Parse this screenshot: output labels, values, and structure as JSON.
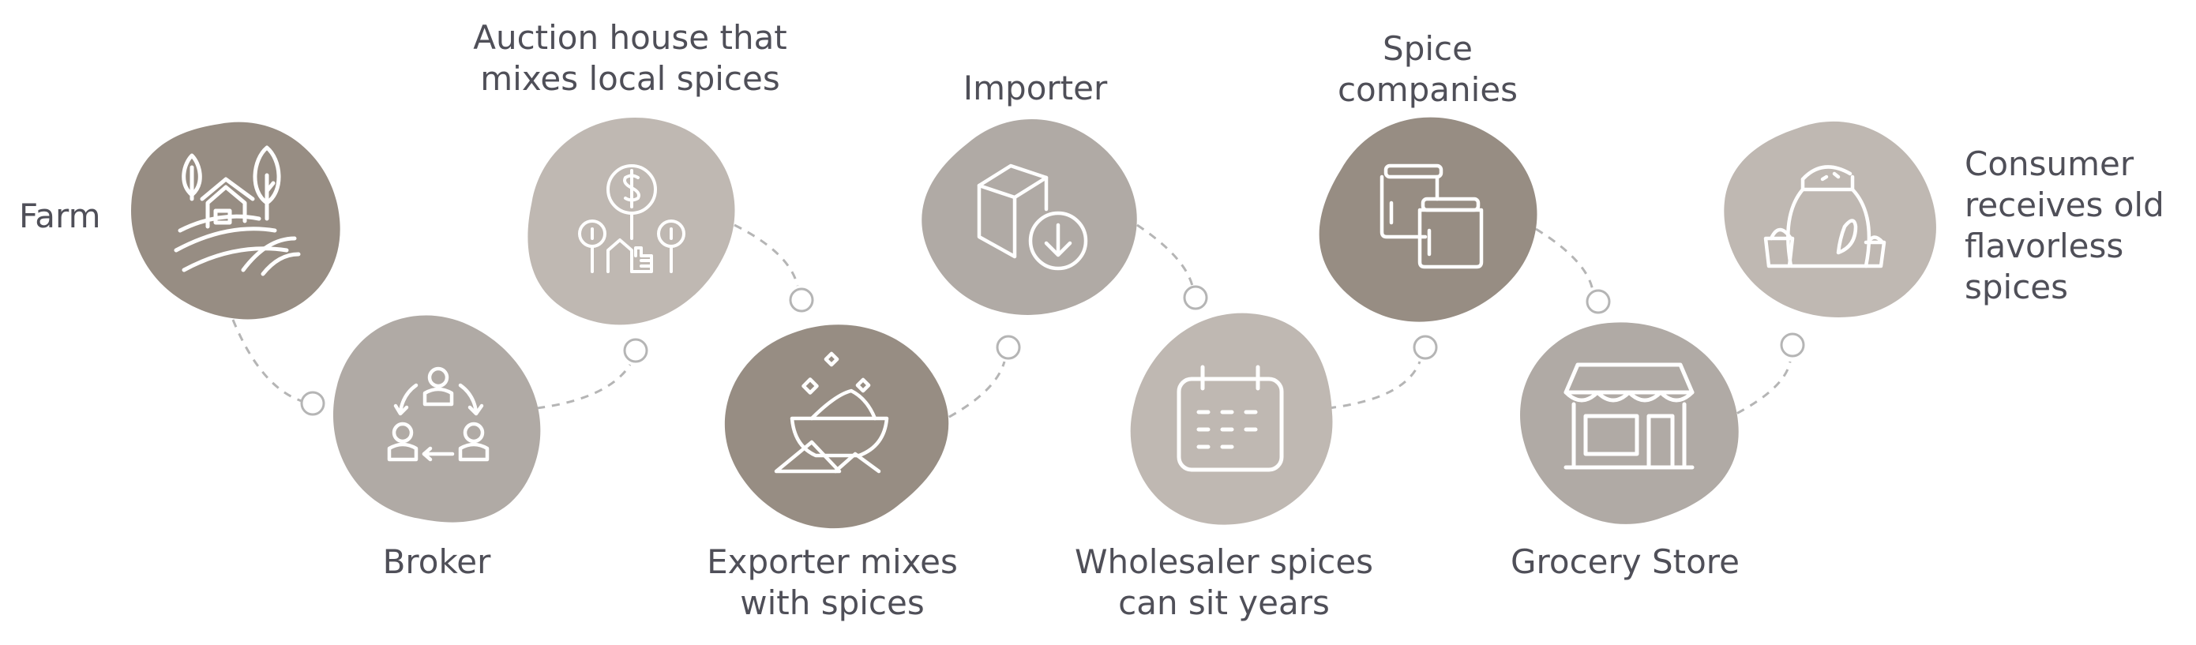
{
  "colors": {
    "dark_blob": "#978d83",
    "mid_blob": "#b0aaa5",
    "light_blob": "#bfb8b2",
    "icon_stroke": "#ffffff",
    "connector": "#b5b5b5",
    "text": "#4f4f58"
  },
  "steps": [
    {
      "id": "farm",
      "icon": "farm-icon",
      "label_lines": [
        "Farm"
      ]
    },
    {
      "id": "broker",
      "icon": "people-cycle-icon",
      "label_lines": [
        "Broker"
      ]
    },
    {
      "id": "auction",
      "icon": "money-tree-icon",
      "label_lines": [
        "Auction house that",
        "mixes local spices"
      ]
    },
    {
      "id": "exporter",
      "icon": "spice-bowl-icon",
      "label_lines": [
        "Exporter mixes",
        "with spices"
      ]
    },
    {
      "id": "importer",
      "icon": "box-import-icon",
      "label_lines": [
        "Importer"
      ]
    },
    {
      "id": "wholesaler",
      "icon": "calendar-icon",
      "label_lines": [
        "Wholesaler spices",
        "can sit years"
      ]
    },
    {
      "id": "spice-companies",
      "icon": "spice-jars-icon",
      "label_lines": [
        "Spice",
        "companies"
      ]
    },
    {
      "id": "grocery",
      "icon": "storefront-icon",
      "label_lines": [
        "Grocery Store"
      ]
    },
    {
      "id": "consumer",
      "icon": "spice-sack-icon",
      "label_lines": [
        "Consumer",
        "receives old",
        "flavorless",
        "spices"
      ]
    }
  ]
}
